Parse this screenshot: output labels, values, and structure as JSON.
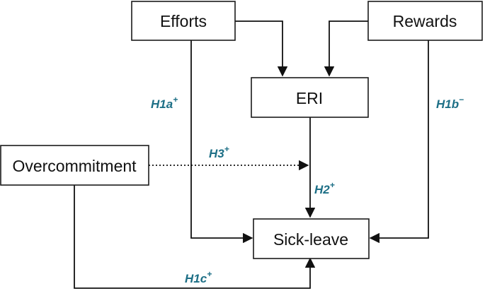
{
  "nodes": {
    "efforts": "Efforts",
    "rewards": "Rewards",
    "eri": "ERI",
    "overcommitment": "Overcommitment",
    "sick_leave": "Sick-leave"
  },
  "hypotheses": {
    "h1a": {
      "label": "H1a",
      "sign": "+"
    },
    "h1b": {
      "label": "H1b",
      "sign": "−"
    },
    "h1c": {
      "label": "H1c",
      "sign": "+"
    },
    "h2": {
      "label": "H2",
      "sign": "+"
    },
    "h3": {
      "label": "H3",
      "sign": "+"
    }
  },
  "colors": {
    "hypothesis_label": "#1d6f86",
    "lines": "#111111"
  }
}
